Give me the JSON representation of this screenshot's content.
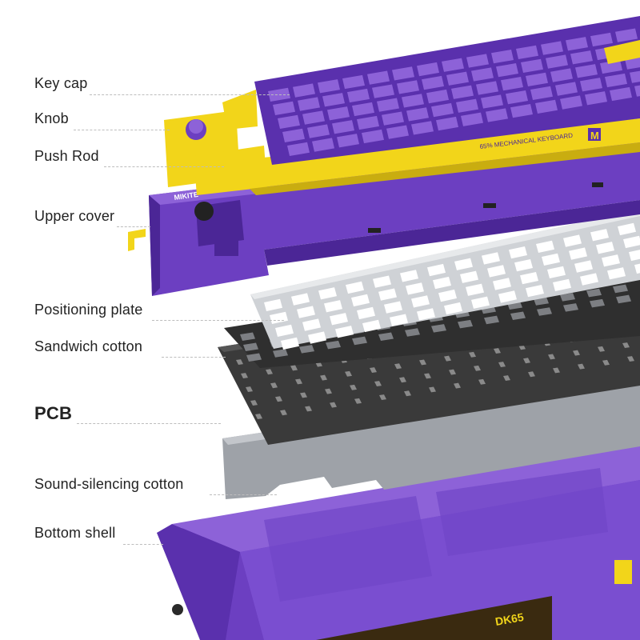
{
  "colors": {
    "purple": "#6c3fc1",
    "purple_dark": "#4b2696",
    "purple_light": "#8d62d8",
    "yellow": "#f2d51a",
    "plate": "#cfd2d6",
    "cotton": "#3a3a3a",
    "leader": "#bdbdbd"
  },
  "labels": [
    {
      "key": "keycap",
      "text": "Key cap"
    },
    {
      "key": "knob",
      "text": "Knob"
    },
    {
      "key": "pushrod",
      "text": "Push Rod"
    },
    {
      "key": "uppercover",
      "text": "Upper cover"
    },
    {
      "key": "plate",
      "text": "Positioning plate"
    },
    {
      "key": "sandwich",
      "text": "Sandwich cotton"
    },
    {
      "key": "pcb",
      "text": "PCB"
    },
    {
      "key": "sound",
      "text": "Sound-silencing cotton"
    },
    {
      "key": "bottom",
      "text": "Bottom shell"
    }
  ],
  "keyboard_print": {
    "model_text": "65% MECHANICAL KEYBOARD",
    "logo_letter": "M",
    "badge_text": "DK65",
    "cover_text": "MIKITE"
  }
}
